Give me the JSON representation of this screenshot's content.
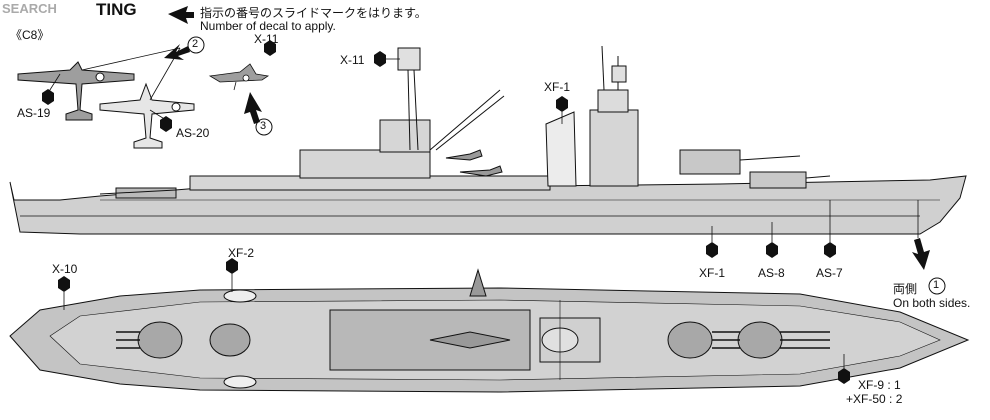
{
  "header": {
    "watermark": "SEARCH",
    "title_fragment": "TING",
    "code": "《C8》",
    "instruction_jp": "指示の番号のスライドマークをはります。",
    "instruction_en": "Number of decal to apply."
  },
  "callouts": {
    "as19": "AS-19",
    "as20": "AS-20",
    "x11_plane": "X-11",
    "x11_mast": "X-11",
    "xf1_top": "XF-1",
    "xf1_bottom": "XF-1",
    "as8": "AS-8",
    "as7": "AS-7",
    "x10": "X-10",
    "xf2": "XF-2",
    "xf9": "XF-9 : 1",
    "xf50": "+XF-50 : 2"
  },
  "steps": {
    "one": "1",
    "two": "2",
    "three": "3"
  },
  "note": {
    "jp": "両側",
    "en": "On both sides."
  },
  "colors": {
    "hull": "#d8d8d8",
    "deck": "#bdbdbd",
    "line": "#1a1a1a",
    "marker": "#111111"
  }
}
